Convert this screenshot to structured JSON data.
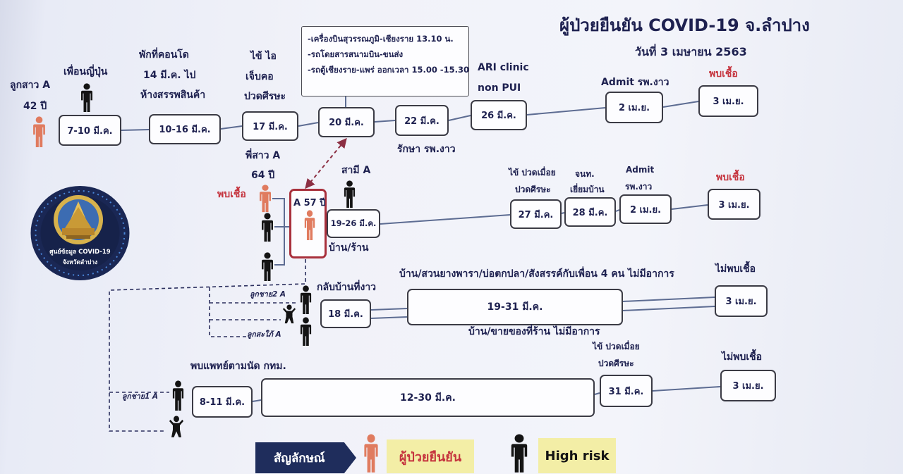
{
  "title": "ผู้ป่วยยืนยัน COVID-19 จ.ลำปาง",
  "date": "วันที่ 3 เมษายน 2563",
  "logo": {
    "line1": "ศูนย์ข้อมูล COVID-19",
    "line2": "จังหวัดลำปาง",
    "icon": "provincial-seal-icon"
  },
  "colors": {
    "text": "#1e2150",
    "confirmed": "#e07b5f",
    "high_risk": "#141414",
    "found": "#c5343e",
    "box_border": "#3b3b45",
    "connector": "#5d6c92",
    "index_border": "#a8303c",
    "link": "#8c2f43",
    "trace": "#2b2f5e",
    "legend_label": "#1f2d5c",
    "legend_fill": "#f3eea6"
  },
  "icons": {
    "confirmed": "confirmed-person-icon",
    "high_risk": "high-risk-person-icon",
    "child": "child-icon"
  },
  "row1": {
    "name": "ลูกสาว A",
    "age": "42 ปี",
    "friend": "เพื่อนญี่ปุ่น",
    "events": [
      {
        "date": "7-10 มี.ค."
      },
      {
        "date": "10-16 มี.ค.",
        "notes": [
          "พักที่คอนโด",
          "14 มี.ค. ไป",
          "ห้างสรรพสินค้า"
        ]
      },
      {
        "date": "17 มี.ค.",
        "notes": [
          "ไข้ ไอ",
          "เจ็บคอ",
          "ปวดศีรษะ"
        ]
      },
      {
        "date": "20 มี.ค.",
        "notes": [
          "-เครื่องบินสุวรรณภูมิ-เชียงราย 13.10 น.",
          "-รถโดยสารสนามบิน-ขนส่ง",
          "-รถตู้เชียงราย-แพร่ ออกเวลา 15.00 -15.30"
        ]
      },
      {
        "date": "22 มี.ค.",
        "notes": [
          "รักษา รพ.งาว"
        ]
      },
      {
        "date": "26 มี.ค.",
        "notes": [
          "ARI clinic",
          "non PUI"
        ]
      },
      {
        "date": "2 เม.ย.",
        "notes": [
          "Admit รพ.งาว"
        ]
      },
      {
        "date": "3 เม.ย.",
        "result": "พบเชื้อ"
      }
    ]
  },
  "row2": {
    "sister_name": "พี่สาว A",
    "sister_age": "64 ปี",
    "sister_result": "พบเชื้อ",
    "index_patient": "A 57 ปี",
    "husband": "สามี A",
    "events": [
      {
        "date": "19-26 มี.ค.",
        "notes": [
          "บ้าน/ร้าน"
        ]
      },
      {
        "date": "27 มี.ค.",
        "notes": [
          "ไข้ ปวดเมื่อย",
          "ปวดศีรษะ"
        ]
      },
      {
        "date": "28 มี.ค.",
        "notes": [
          "จนท.",
          "เยี่ยมบ้าน"
        ]
      },
      {
        "date": "2 เม.ย.",
        "notes": [
          "Admit",
          "รพ.งาว"
        ]
      },
      {
        "date": "3 เม.ย.",
        "result": "พบเชื้อ"
      }
    ]
  },
  "row3": {
    "son2": "ลูกชาย2 A",
    "daughter_in_law": "ลูกสะใภ้ A",
    "events": [
      {
        "date": "18 มี.ค.",
        "notes": [
          "กลับบ้านที่งาว"
        ]
      },
      {
        "date": "19-31 มี.ค.",
        "notes": [
          "บ้าน/สวนยางพารา/บ่อตกปลา/สังสรรค์กับเพื่อน 4 คน ไม่มีอาการ",
          "บ้าน/ขายของที่ร้าน ไม่มีอาการ"
        ]
      },
      {
        "date": "3 เม.ย.",
        "result": "ไม่พบเชื้อ"
      }
    ]
  },
  "row4": {
    "son1": "ลูกชาย1 A",
    "events": [
      {
        "date": "8-11 มี.ค.",
        "notes": [
          "พบแพทย์ตามนัด กทม."
        ]
      },
      {
        "date": "12-30 มี.ค."
      },
      {
        "date": "31 มี.ค.",
        "notes": [
          "ไข้ ปวดเมื่อย",
          "ปวดศีรษะ"
        ]
      },
      {
        "date": "3 เม.ย.",
        "result": "ไม่พบเชื้อ"
      }
    ]
  },
  "legend": {
    "label": "สัญลักษณ์",
    "confirmed": "ผู้ป่วยยืนยัน",
    "high_risk": "High risk"
  }
}
